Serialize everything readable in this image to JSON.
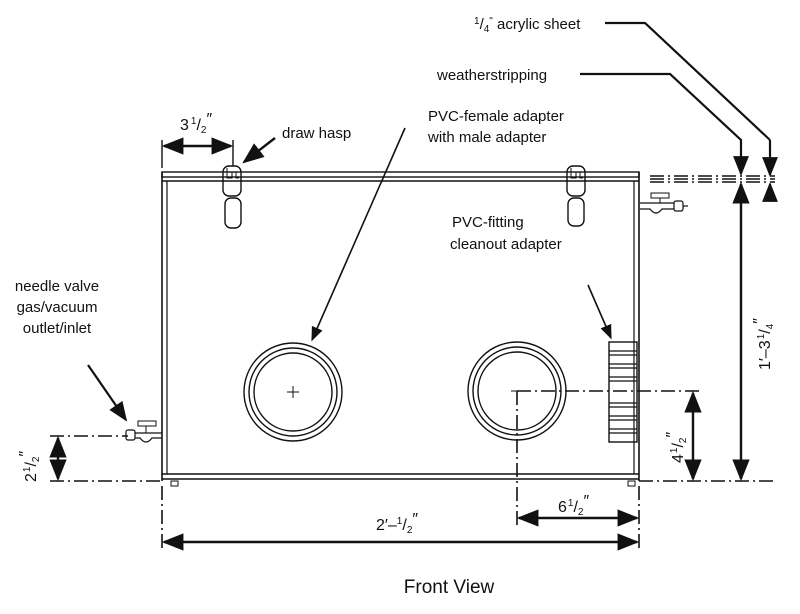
{
  "title": "Front View",
  "labels": {
    "acrylic_sheet": {
      "frac_num": "1",
      "frac_den": "4",
      "mark": "\"",
      "text": " acrylic sheet"
    },
    "weatherstripping": "weatherstripping",
    "draw_hasp": "draw hasp",
    "pvc_female_line1": "PVC-female adapter",
    "pvc_female_line2": "with male adapter",
    "pvc_fitting_line1": "PVC-fitting",
    "pvc_fitting_line2": "cleanout adapter",
    "needle_line1": "needle valve",
    "needle_line2": "gas/vacuum",
    "needle_line3": "outlet/inlet"
  },
  "dimensions": {
    "hasp_offset": {
      "whole": "3",
      "num": "1",
      "den": "2",
      "unit": "″"
    },
    "valve_height": {
      "whole": "2",
      "num": "1",
      "den": "2",
      "unit": "″"
    },
    "port_height": {
      "whole": "4",
      "num": "1",
      "den": "2",
      "unit": "″"
    },
    "total_height": {
      "whole": "1′–3",
      "num": "1",
      "den": "4",
      "unit": "″"
    },
    "port_offset": {
      "whole": "6",
      "num": "1",
      "den": "2",
      "unit": "″"
    },
    "total_width": {
      "whole": "2′–",
      "num": "1",
      "den": "2",
      "unit": "″"
    }
  }
}
